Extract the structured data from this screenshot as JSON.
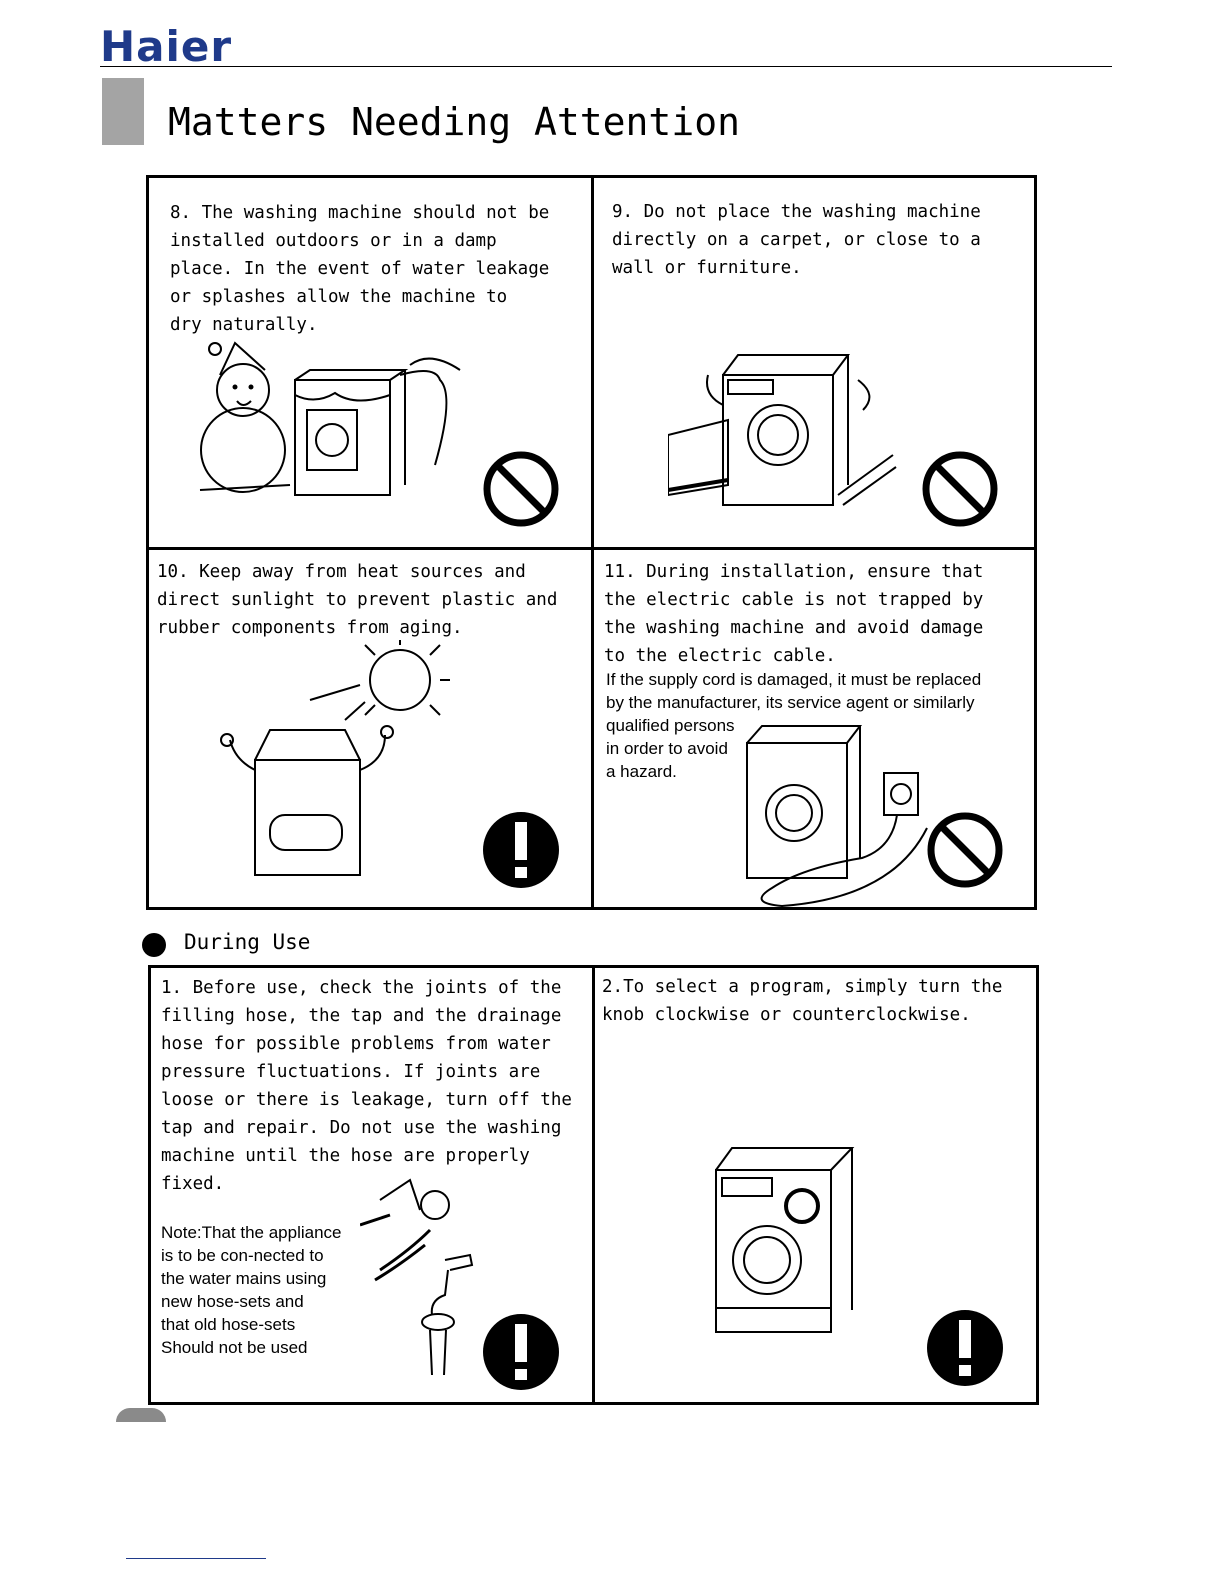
{
  "brand": {
    "logo_text": "Haier",
    "logo_color": "#1f3a8a"
  },
  "page": {
    "title": "Matters Needing Attention",
    "title_bar_color": "#a4a4a4"
  },
  "section_a": {
    "cells": [
      {
        "text": "8.  The washing machine should not be\ninstalled outdoors or in a damp\nplace.  In the event of water leakage\nor splashes allow the  machine to\ndry  naturally.",
        "symbol": "prohibition-icon",
        "illustration": "snowman-wet-washer-illustration"
      },
      {
        "text": "9.  Do not place the washing machine\ndirectly on a carpet,  or close to a\nwall or furniture.",
        "symbol": "prohibition-icon",
        "illustration": "washer-on-carpet-illustration"
      },
      {
        "text": "10.  Keep away from heat sources and\ndirect sunlight to prevent plastic and\nrubber components from aging.",
        "symbol": "exclamation-icon",
        "illustration": "washer-in-sun-illustration"
      },
      {
        "text": "11.  During installation,  ensure that\nthe electric cable is not trapped by\nthe washing machine and avoid damage\nto the electric cable.",
        "note": "If the supply cord is damaged, it must be replaced\nby the manufacturer, its service agent or similarly\nqualified persons\nin order to avoid\na hazard.",
        "symbol": "prohibition-icon",
        "illustration": "washer-with-plug-illustration"
      }
    ]
  },
  "section_b": {
    "heading": "During Use",
    "cells": [
      {
        "text": "1.  Before use,  check the joints of the\nfilling hose,  the tap and the drainage\nhose for possible problems from water\npressure fluctuations.   If  joints  are\nloose or there is leakage,  turn off the\ntap and repair.  Do not use the washing\nmachine until  the hose   are properly\nfixed.",
        "note": "Note:That the appliance\n is to be con-nected to\nthe water mains using\n new hose-sets and\nthat old hose-sets\nShould not be used",
        "symbol": "exclamation-icon",
        "illustration": "hose-and-tap-illustration"
      },
      {
        "text": "2.To select a program,  simply turn the\nknob clockwise or counterclockwise.",
        "symbol": "exclamation-icon",
        "illustration": "washer-knob-illustration"
      }
    ]
  }
}
